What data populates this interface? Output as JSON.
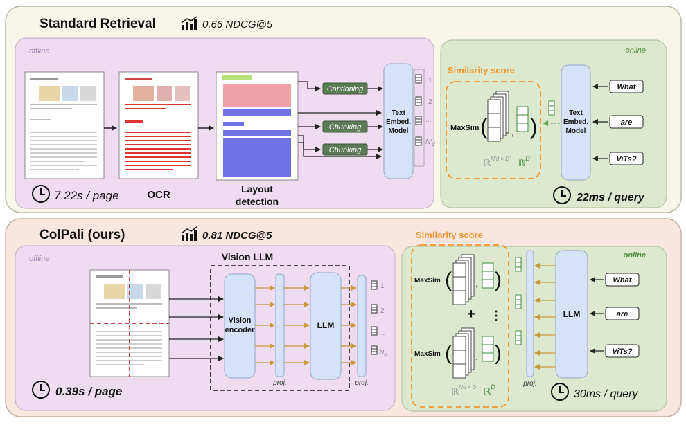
{
  "top": {
    "title": "Standard Retrieval",
    "score": "0.66 NDCG@5",
    "offline_label": "offline",
    "online_label": "online",
    "ocr_label": "OCR",
    "layout_label_1": "Layout",
    "layout_label_2": "detection",
    "captioning": "Captioning",
    "chunking": "Chunking",
    "embed_1": "Text",
    "embed_2": "Embed.",
    "embed_3": "Model",
    "out_labels": [
      "1",
      "2",
      "...",
      "N'"
    ],
    "out_sub": "d",
    "similarity": "Similarity score",
    "maxsim": "MaxSim",
    "dim_doc": "N'",
    "dim_doc_rest": "d × D'",
    "dim_query": "D'",
    "query_words": [
      "What",
      "are",
      "ViTs?"
    ],
    "time_page": "7.22s / page",
    "time_query": "22ms / query"
  },
  "bottom": {
    "title": "ColPali (ours)",
    "score": "0.81 NDCG@5",
    "offline_label": "offline",
    "online_label": "online",
    "vision_llm": "Vision LLM",
    "vision_1": "Vision",
    "vision_2": "encoder",
    "llm": "LLM",
    "proj": "proj.",
    "out_labels": [
      "1",
      "2",
      "...",
      "N"
    ],
    "out_sub": "d",
    "similarity": "Similarity score",
    "maxsim": "MaxSim",
    "plus": "+",
    "vdots": "⋮",
    "dim_doc": "N",
    "dim_doc_rest": "d × D",
    "dim_query": "D",
    "query_words": [
      "What",
      "are",
      "ViTs?"
    ],
    "time_page": "0.39s / page",
    "time_query": "30ms / query"
  },
  "colors": {
    "top_panel": "#f8f6e8",
    "bottom_panel": "#f8e6df",
    "offline_box": "#efdcf1",
    "online_box": "#dde9cf",
    "model_box": "#d6e2f7",
    "chunk_box": "#5b7b57",
    "orange": "#f4a54a",
    "tan_arrow": "#c89a3b"
  }
}
